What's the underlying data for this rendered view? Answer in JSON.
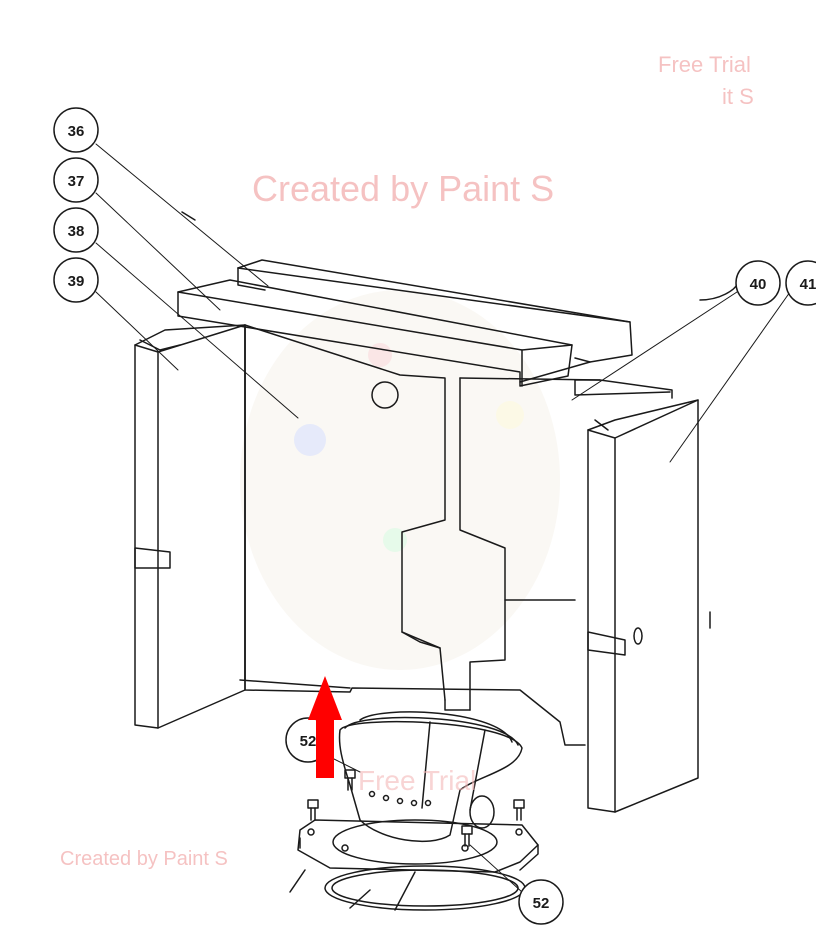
{
  "callouts": [
    {
      "id": "callout-36",
      "label": "36"
    },
    {
      "id": "callout-37",
      "label": "37"
    },
    {
      "id": "callout-38",
      "label": "38"
    },
    {
      "id": "callout-39",
      "label": "39"
    },
    {
      "id": "callout-40",
      "label": "40"
    },
    {
      "id": "callout-41",
      "label": "41"
    },
    {
      "id": "callout-52-top",
      "label": "52"
    },
    {
      "id": "callout-52-bottom",
      "label": "52"
    }
  ],
  "watermarks": {
    "center": "Created by Paint S",
    "top_right_1": "Free Trial",
    "top_right_2": "it S",
    "bottom_left": "Created by Paint S",
    "middle": "Free Trial"
  },
  "colors": {
    "line": "#1a1a1a",
    "arrow": "#ff0000",
    "watermark": "#f4b8b8"
  }
}
